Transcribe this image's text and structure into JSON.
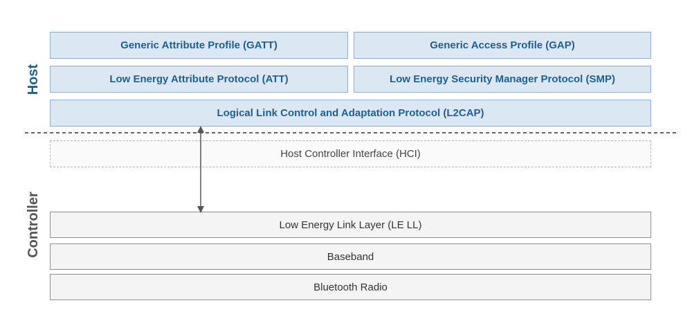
{
  "sides": {
    "host": "Host",
    "controller": "Controller"
  },
  "host_layers": {
    "gatt": "Generic Attribute Profile (GATT)",
    "gap": "Generic Access Profile (GAP)",
    "att": "Low Energy Attribute Protocol (ATT)",
    "smp": "Low Energy Security Manager Protocol (SMP)",
    "l2cap": "Logical Link Control and Adaptation Protocol (L2CAP)"
  },
  "interface_layer": {
    "hci": "Host Controller Interface (HCI)"
  },
  "controller_layers": {
    "link_layer": "Low Energy Link Layer (LE LL)",
    "baseband": "Baseband",
    "radio": "Bluetooth Radio"
  },
  "colors": {
    "host_fill": "#dbe8f4",
    "host_border": "#8eaecb",
    "host_text": "#1f5f8f",
    "controller_fill": "#f4f4f4",
    "controller_border": "#8f8f8f",
    "divider": "#666666"
  }
}
